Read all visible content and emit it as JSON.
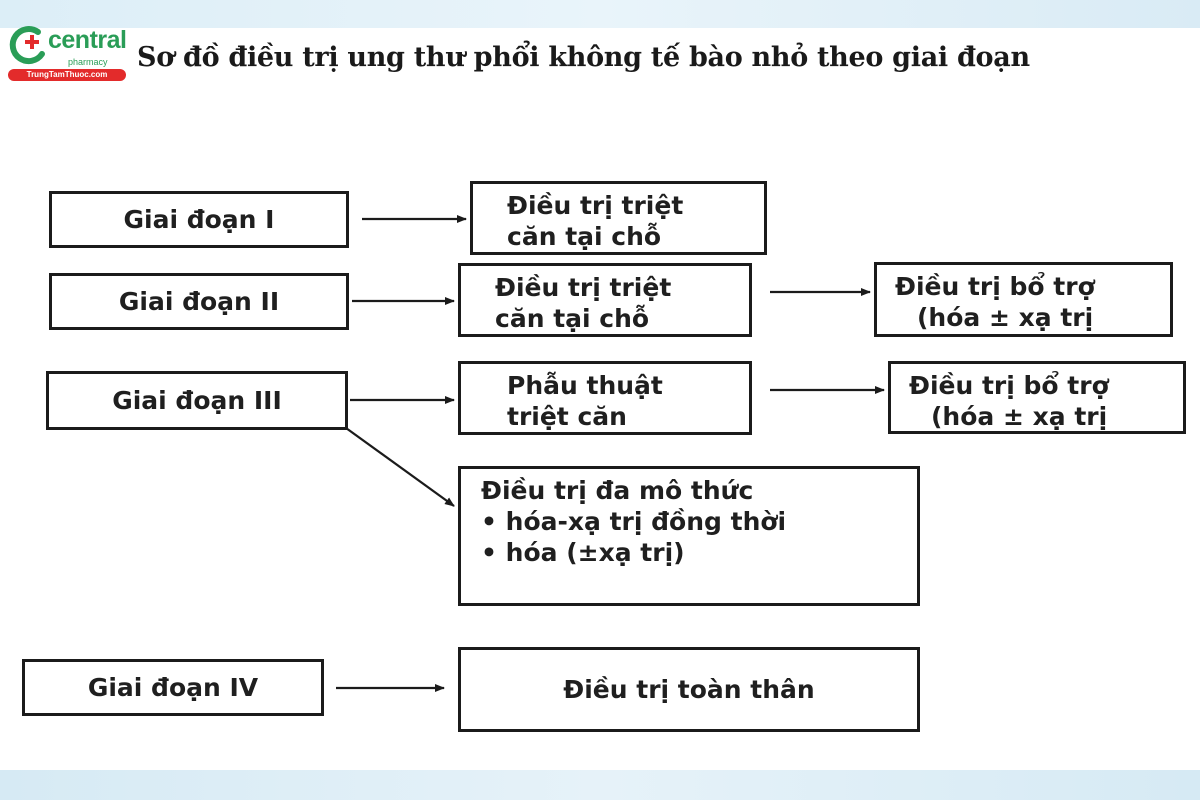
{
  "logo": {
    "word": "central",
    "sub": "pharmacy",
    "badge": "TrungTamThuoc.com"
  },
  "title": "Sơ đồ điều trị ung thư phổi không tế bào nhỏ theo giai đoạn",
  "stages": [
    {
      "label": "Giai đoạn I"
    },
    {
      "label": "Giai đoạn II"
    },
    {
      "label": "Giai đoạn III"
    },
    {
      "label": "Giai đoạn IV"
    }
  ],
  "treatments": {
    "local1": {
      "line1": "Điều trị triệt",
      "line2": "căn tại chỗ"
    },
    "local2": {
      "line1": "Điều trị triệt",
      "line2": "căn tại chỗ"
    },
    "surgery": {
      "line1": "Phẫu thuật",
      "line2": "triệt căn"
    },
    "adjuvant1": {
      "line1": "Điều trị bổ trợ",
      "line2": "(hóa ± xạ trị"
    },
    "adjuvant2": {
      "line1": "Điều trị bổ trợ",
      "line2": "(hóa ± xạ trị"
    },
    "multimodal": {
      "heading": "Điều trị đa mô thức",
      "items": [
        "• hóa-xạ trị đồng thời",
        "• hóa (±xạ trị)"
      ]
    },
    "systemic": {
      "label": "Điều trị toàn thân"
    }
  },
  "colors": {
    "line": "#1b1b1b",
    "logo_green": "#2a9d57",
    "logo_red": "#e32b2b"
  }
}
